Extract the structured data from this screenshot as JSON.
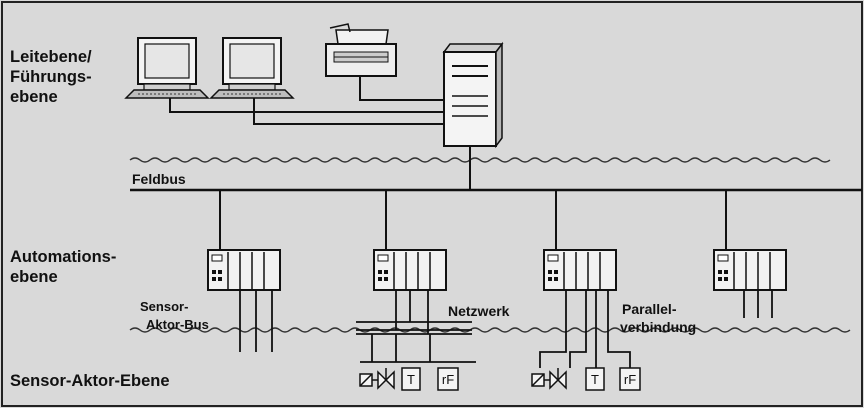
{
  "levels": {
    "leitebene_line1": "Leitebene/",
    "leitebene_line2": "Führungs-",
    "leitebene_line3": "ebene",
    "automation_line1": "Automations-",
    "automation_line2": "ebene",
    "sensor_aktor_ebene": "Sensor-Aktor-Ebene"
  },
  "buses": {
    "feldbus": "Feldbus",
    "sensor_aktor_bus_line1": "Sensor-",
    "sensor_aktor_bus_line2": "Aktor-Bus",
    "netzwerk": "Netzwerk",
    "parallel_line1": "Parallel-",
    "parallel_line2": "verbindung"
  },
  "field_devices": {
    "temperature": "T",
    "humidity": "rF"
  }
}
